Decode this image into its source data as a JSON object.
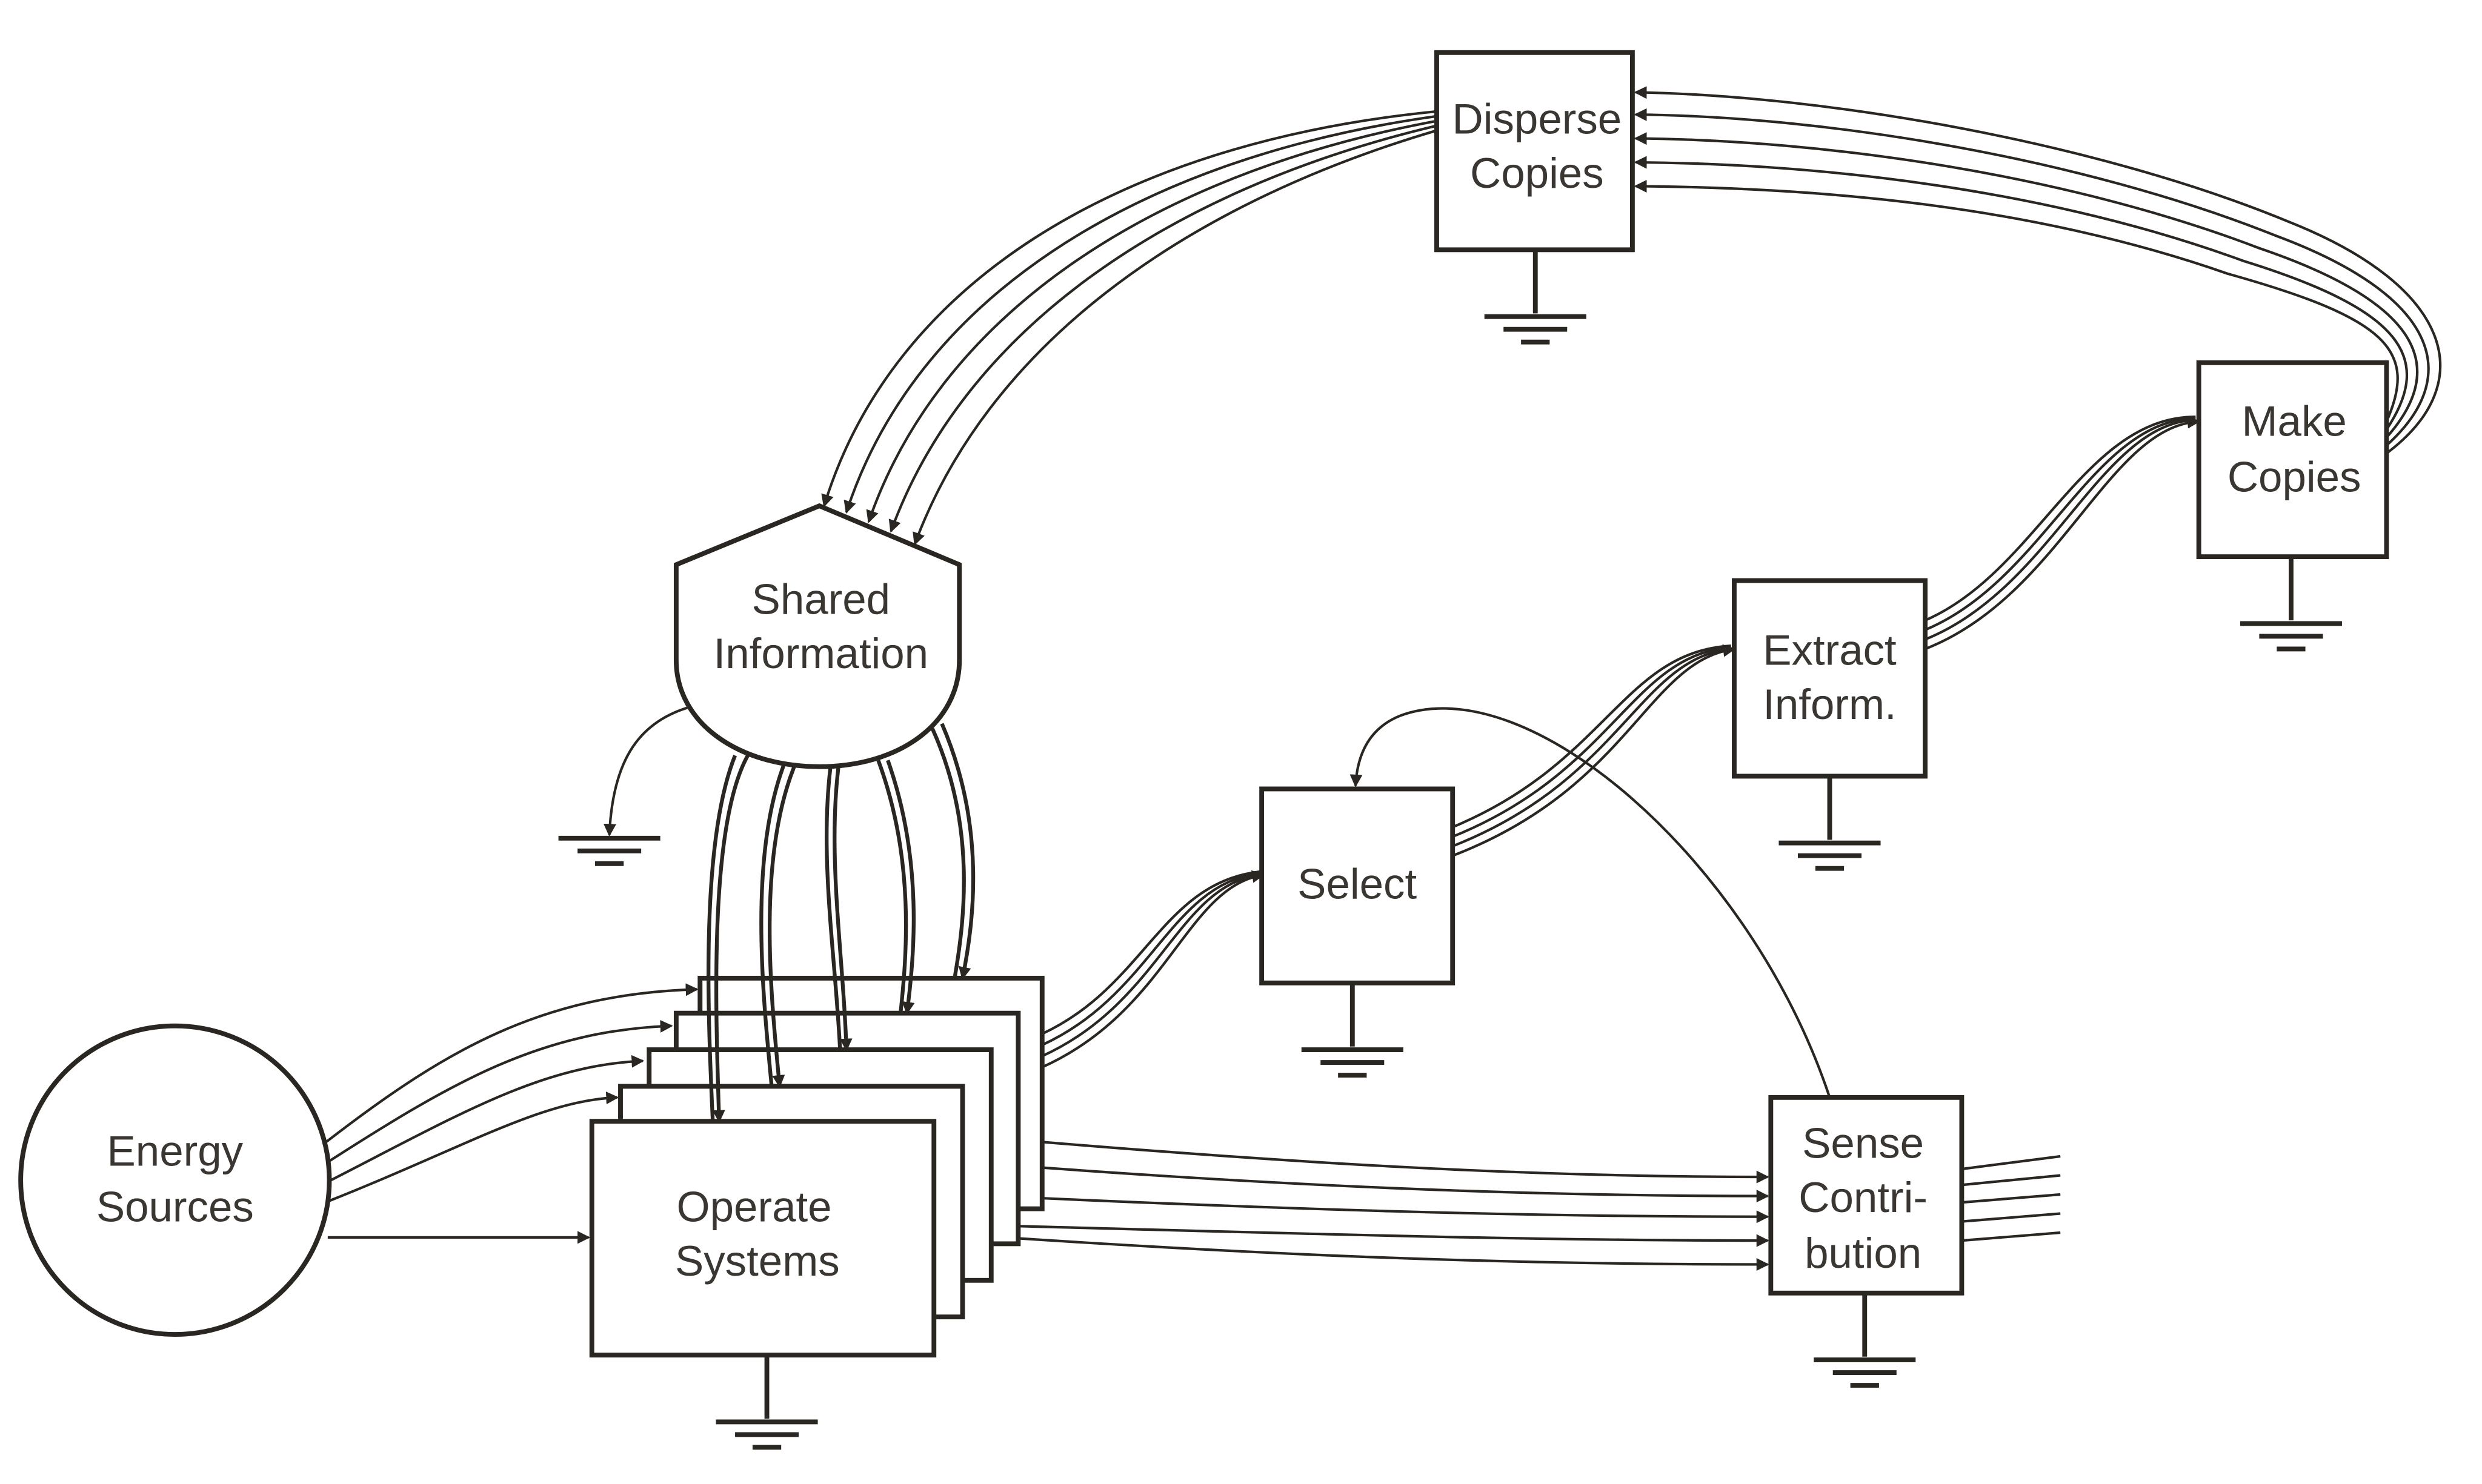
{
  "diagram": {
    "nodes": {
      "disperse_copies": {
        "line1": "Disperse",
        "line2": "Copies"
      },
      "make_copies": {
        "line1": "Make",
        "line2": "Copies"
      },
      "extract_inform": {
        "line1": "Extract",
        "line2": "Inform."
      },
      "select": {
        "line1": "Select"
      },
      "shared_information": {
        "line1": "Shared",
        "line2": "Information"
      },
      "energy_sources": {
        "line1": "Energy",
        "line2": "Sources"
      },
      "operate_systems": {
        "line1": "Operate",
        "line2": "Systems"
      },
      "sense_contribution": {
        "line1": "Sense",
        "line2": "Contri-",
        "line3": "bution"
      }
    },
    "colors": {
      "stroke": "#2a2622",
      "text": "#3a3632",
      "background": "#ffffff"
    }
  }
}
